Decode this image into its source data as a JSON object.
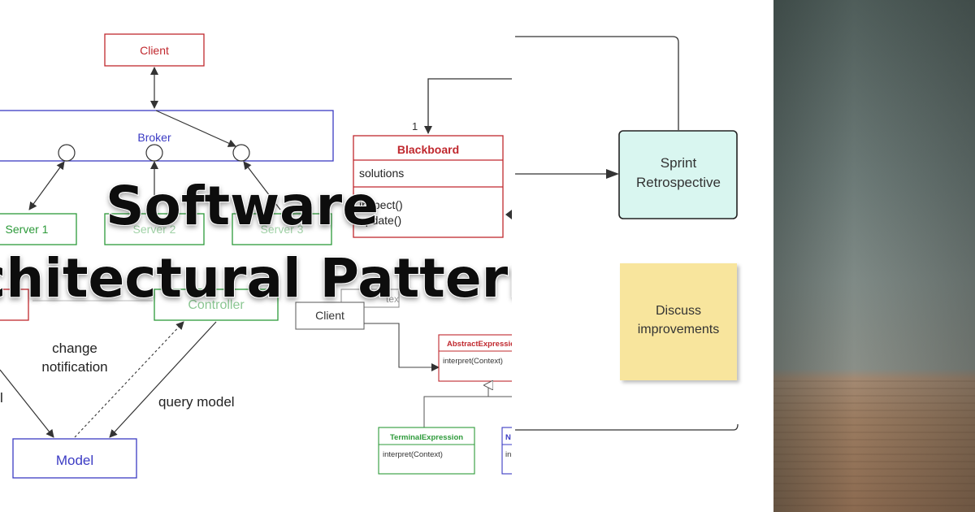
{
  "title": {
    "line1": "Software",
    "line2": "Architectural Patterns"
  },
  "broker": {
    "client": "Client",
    "broker": "Broker",
    "servers": [
      "Server 1",
      "Server 2",
      "Server 3"
    ]
  },
  "mvc": {
    "controller": "Controller",
    "model": "Model",
    "notify_line1": "change",
    "notify_line2": "notification",
    "query": "query model",
    "left_partial": "l"
  },
  "blackboard": {
    "multiplicity": "1",
    "class_name": "Blackboard",
    "attribute": "solutions",
    "method1": "inspect()",
    "method2": "update()"
  },
  "interpreter": {
    "client": "Client",
    "abstract_name": "AbstractExpression",
    "abstract_method": "interpret(Context)",
    "terminal_name": "TerminalExpression",
    "terminal_method": "interpret(Context)",
    "nonterminal_name": "N",
    "nonterminal_method": "in",
    "context_partial": "tex"
  },
  "agile": {
    "retro_line1": "Sprint",
    "retro_line2": "Retrospective",
    "note_line1": "Discuss",
    "note_line2": "improvements",
    "note_color": "#f8e59d",
    "retro_color": "#d9f6f0"
  },
  "colors": {
    "client_red": "#c0282e",
    "broker_blue": "#3b3bc4",
    "server_green": "#2d9a3a",
    "blackboard_red": "#c0282e"
  }
}
